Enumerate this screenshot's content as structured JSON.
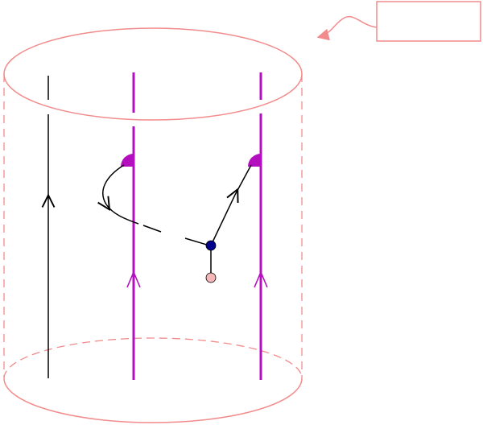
{
  "diagram": {
    "label_box_text": "",
    "colors": {
      "cylinder": "#f28b8b",
      "strand": "#000000",
      "thick_strand": "#b30fbf",
      "vertex_node": "#00008b",
      "end_node": "#f4b6b6",
      "arrow_pointer": "#f28b8b"
    },
    "elements": [
      "cylinder-top-ellipse",
      "cylinder-bottom-ellipse",
      "cylinder-left-side",
      "cylinder-right-side",
      "left-thin-strand",
      "middle-thick-strand",
      "right-thick-strand",
      "left-half-disk",
      "right-half-disk",
      "curved-arrow-from-left-disk",
      "solid-arrow-to-right-disk",
      "dashed-link",
      "vertex-node",
      "end-node",
      "label-box",
      "wavy-pointer-arrow"
    ]
  }
}
